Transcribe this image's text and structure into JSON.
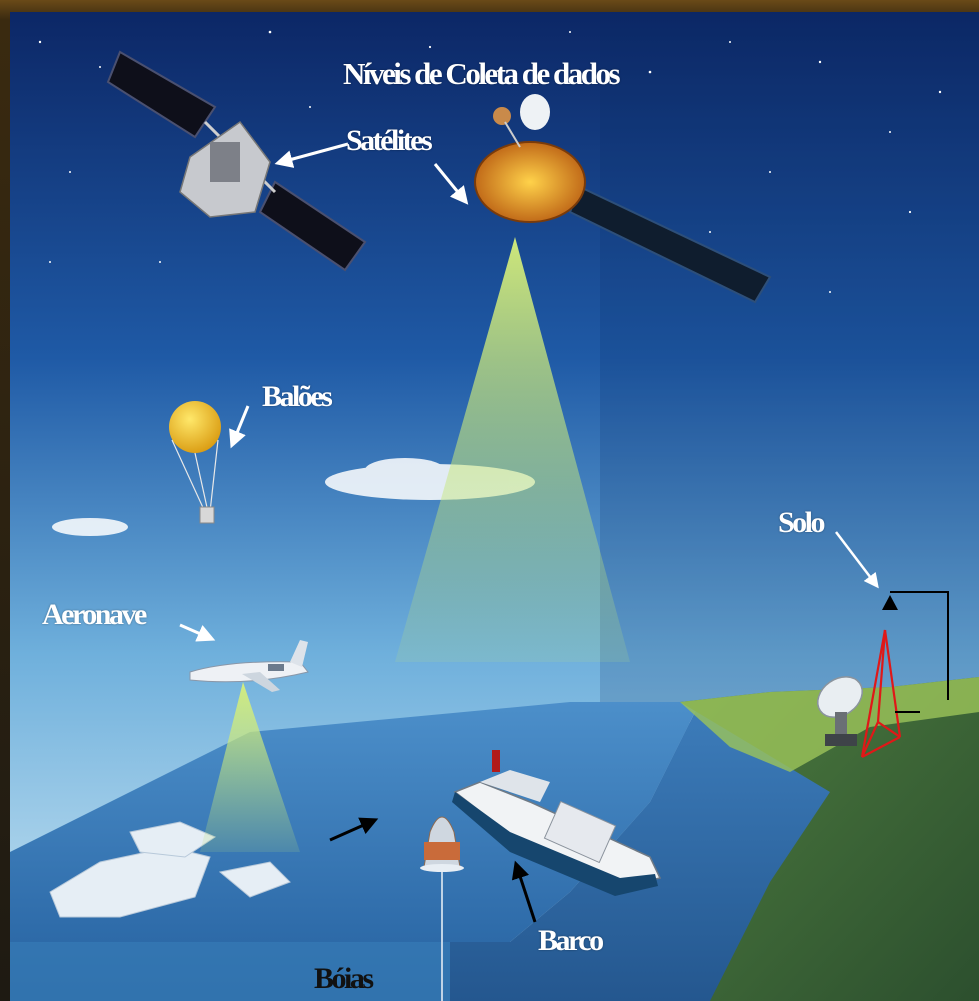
{
  "title": "Níveis de Coleta de dados",
  "labels": {
    "satellites": "Satélites",
    "balloons": "Balões",
    "aircraft": "Aeronave",
    "ground": "Solo",
    "buoys": "Bóias",
    "ship": "Barco"
  },
  "colors": {
    "sky_top": "#0d2a6b",
    "sky_bottom": "#bfe0f2",
    "ocean": "#3b78b8",
    "land": "#3f6a3a",
    "beam": "#c9e86a",
    "tripod": "#e01818",
    "balloon": "#f2c21a"
  }
}
